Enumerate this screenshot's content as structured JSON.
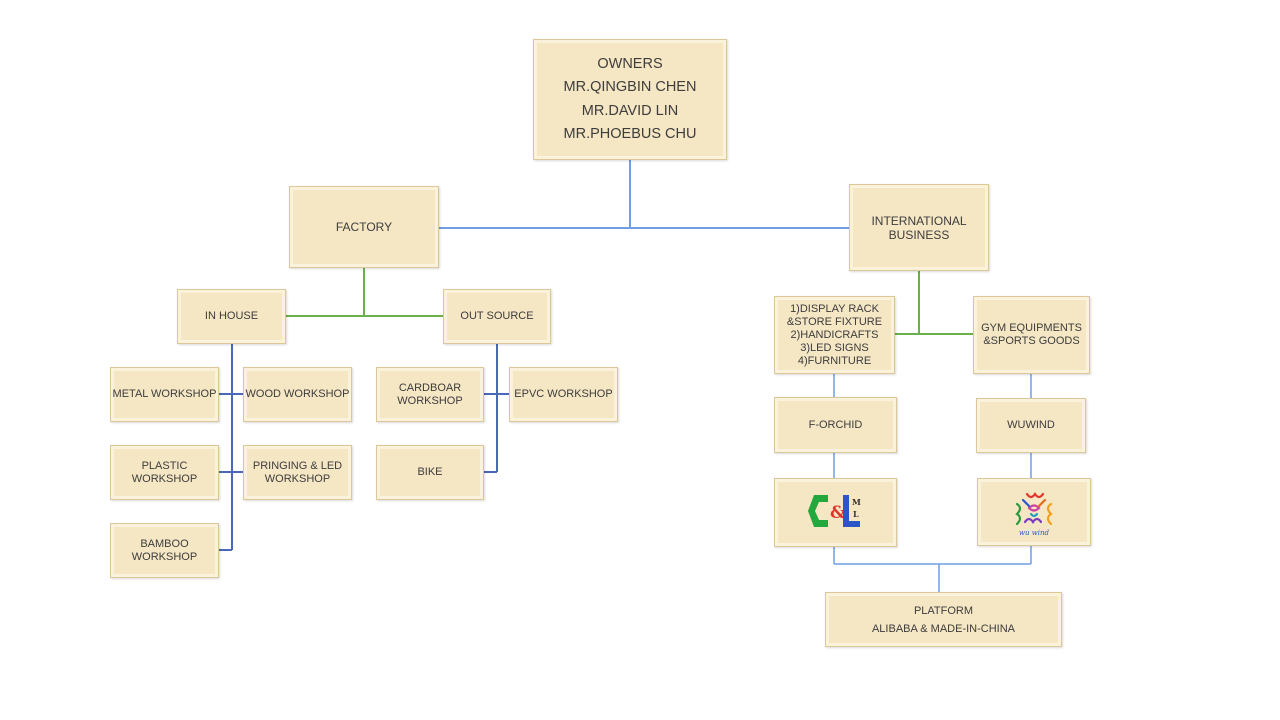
{
  "owners": {
    "lines": [
      "OWNERS",
      "MR.QINGBIN CHEN",
      "MR.DAVID LIN",
      "MR.PHOEBUS CHU"
    ]
  },
  "factory": {
    "label": "FACTORY"
  },
  "international": {
    "lines": [
      "INTERNATIONAL",
      "BUSINESS"
    ]
  },
  "in_house": {
    "label": "IN HOUSE"
  },
  "out_source": {
    "label": "OUT SOURCE"
  },
  "in_house_workshops": [
    {
      "label": "METAL WORKSHOP"
    },
    {
      "label": "WOOD WORKSHOP"
    },
    {
      "label": "PLASTIC WORKSHOP"
    },
    {
      "lines": [
        "PRINGING & LED",
        "WORKSHOP"
      ]
    },
    {
      "label": "BAMBOO WORKSHOP"
    }
  ],
  "out_source_workshops": [
    {
      "lines": [
        "CARDBOAR",
        "WORKSHOP"
      ]
    },
    {
      "label": "EPVC WORKSHOP"
    },
    {
      "label": "BIKE"
    }
  ],
  "display_products": {
    "lines": [
      "1)DISPLAY RACK",
      "&STORE FIXTURE",
      "2)HANDICRAFTS",
      "3)LED SIGNS",
      "4)FURNITURE"
    ]
  },
  "gym_products": {
    "lines": [
      "GYM EQUIPMENTS",
      "&SPORTS GOODS"
    ]
  },
  "brand_left": {
    "label": "F-ORCHID"
  },
  "brand_right": {
    "label": "WUWIND"
  },
  "logo_left": {
    "text": "&",
    "letters": [
      "M",
      "L"
    ]
  },
  "logo_right": {
    "text": "wu wind"
  },
  "platform": {
    "lines": [
      "PLATFORM",
      "ALIBABA & MADE-IN-CHINA"
    ]
  },
  "colors": {
    "box_fill": "#f5e6c4",
    "line_blue_light": "#6f9fe0",
    "line_blue_dark": "#4a68b8",
    "line_green": "#6ab04c"
  }
}
